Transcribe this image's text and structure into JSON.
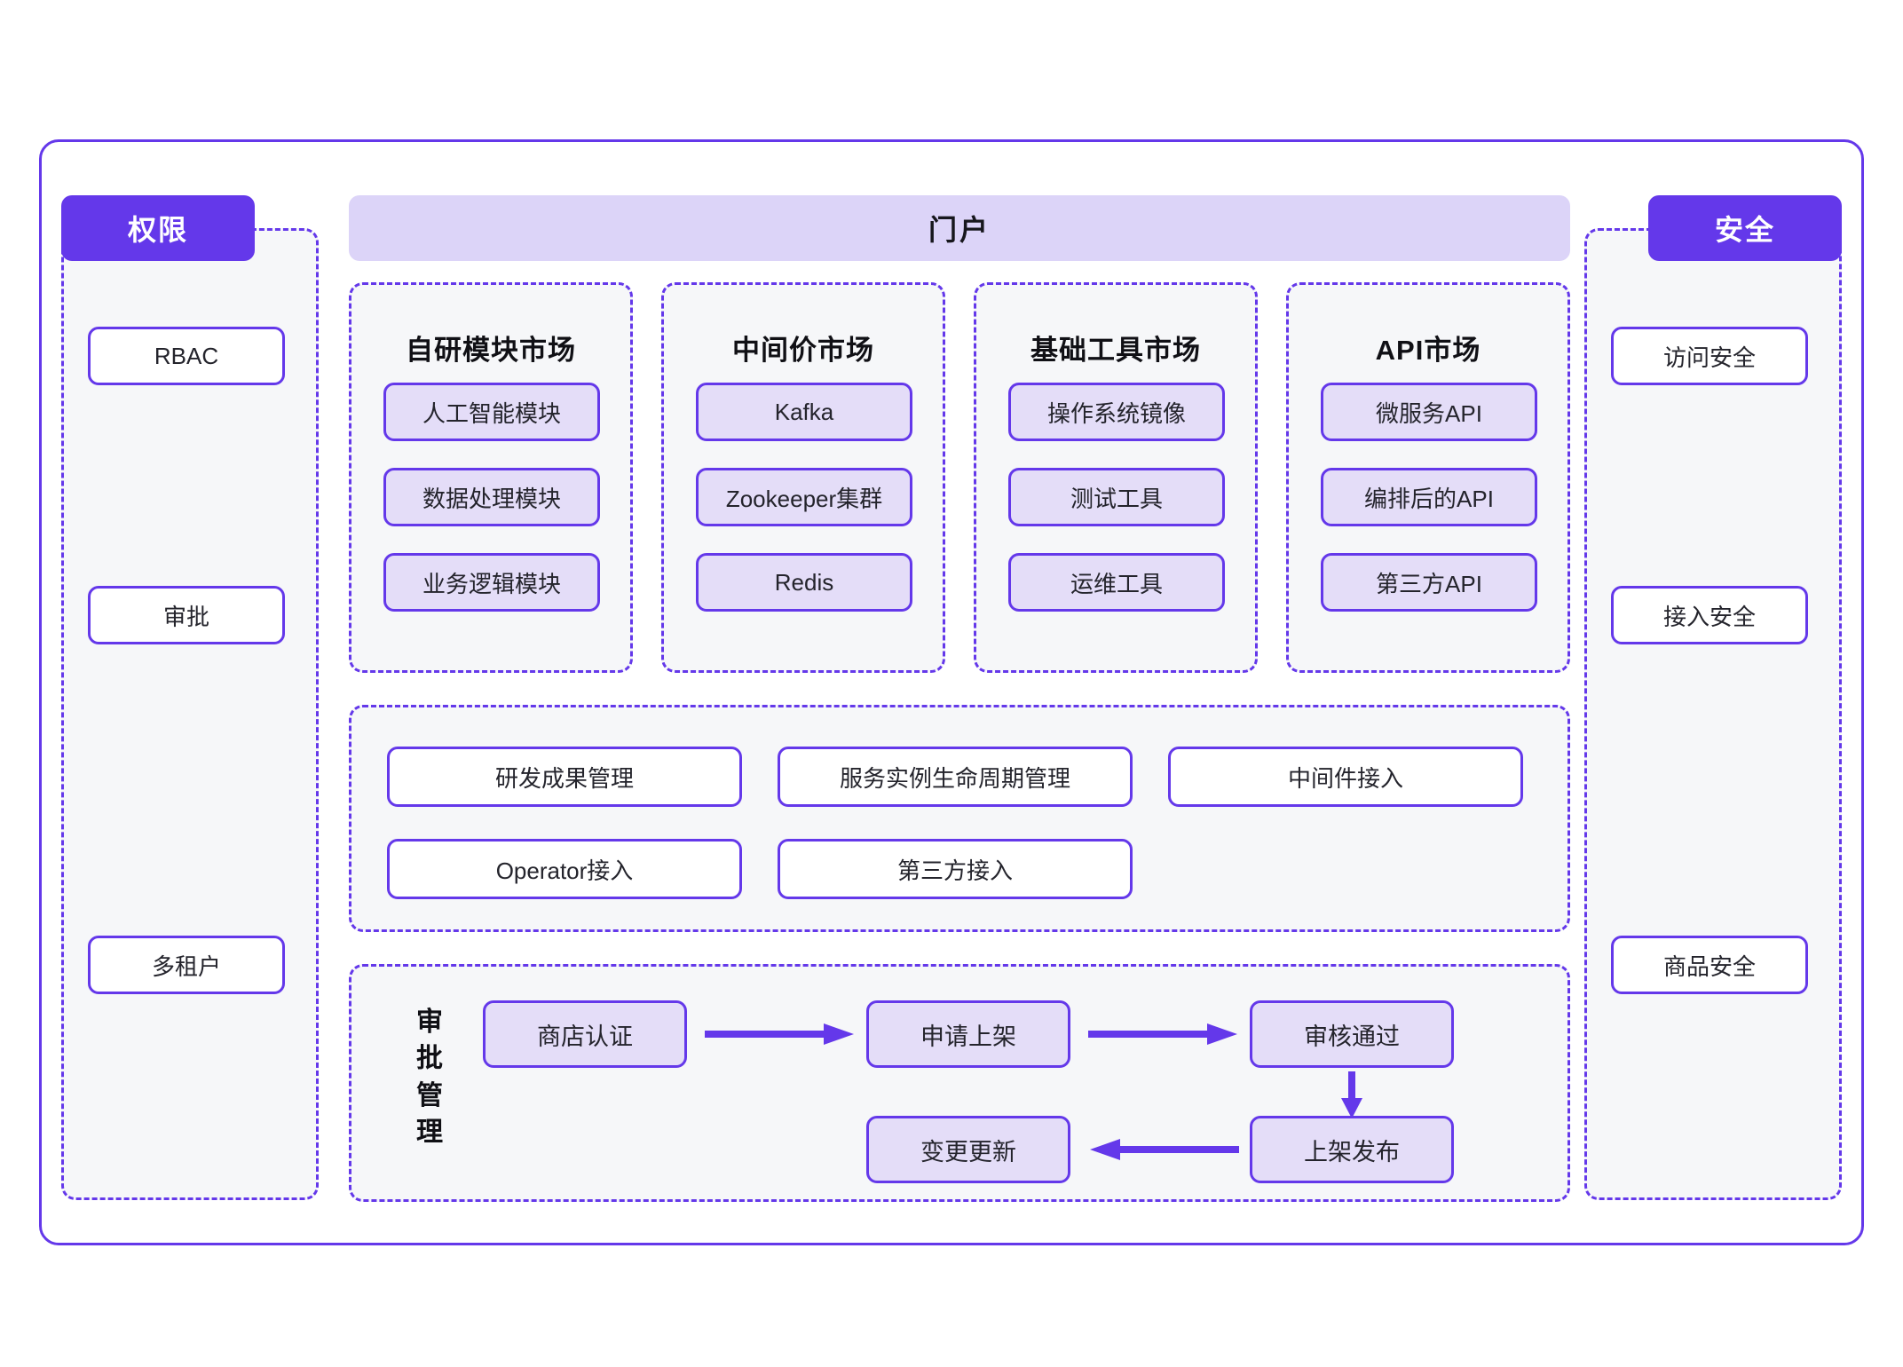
{
  "diagram": {
    "accent_color": "#6438ea",
    "chip_fill": "#e4ddf8",
    "panel_fill": "#f6f7f9",
    "banner_fill": "#dcd4f8"
  },
  "portal": {
    "title": "门户"
  },
  "left_panel": {
    "header": "权限",
    "items": [
      {
        "label": "RBAC"
      },
      {
        "label": "审批"
      },
      {
        "label": "多租户"
      }
    ]
  },
  "right_panel": {
    "header": "安全",
    "items": [
      {
        "label": "访问安全"
      },
      {
        "label": "接入安全"
      },
      {
        "label": "商品安全"
      }
    ]
  },
  "markets": [
    {
      "title": "自研模块市场",
      "items": [
        "人工智能模块",
        "数据处理模块",
        "业务逻辑模块"
      ]
    },
    {
      "title": "中间价市场",
      "items": [
        "Kafka",
        "Zookeeper集群",
        "Redis"
      ]
    },
    {
      "title": "基础工具市场",
      "items": [
        "操作系统镜像",
        "测试工具",
        "运维工具"
      ]
    },
    {
      "title": "API市场",
      "items": [
        "微服务API",
        "编排后的API",
        "第三方API"
      ]
    }
  ],
  "services": [
    {
      "label": "研发成果管理"
    },
    {
      "label": "服务实例生命周期管理"
    },
    {
      "label": "中间件接入"
    },
    {
      "label": "Operator接入"
    },
    {
      "label": "第三方接入"
    }
  ],
  "approval": {
    "label": "审批管理",
    "nodes": [
      {
        "label": "商店认证"
      },
      {
        "label": "申请上架"
      },
      {
        "label": "审核通过"
      },
      {
        "label": "上架发布"
      },
      {
        "label": "变更更新"
      }
    ],
    "flow": [
      {
        "from": "商店认证",
        "to": "申请上架",
        "direction": "right"
      },
      {
        "from": "申请上架",
        "to": "审核通过",
        "direction": "right"
      },
      {
        "from": "审核通过",
        "to": "上架发布",
        "direction": "down"
      },
      {
        "from": "上架发布",
        "to": "变更更新",
        "direction": "left"
      }
    ]
  }
}
